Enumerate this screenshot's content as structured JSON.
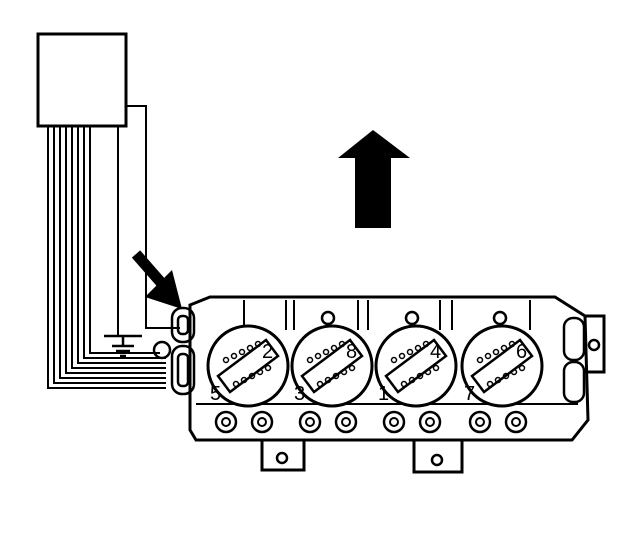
{
  "diagram": {
    "colors": {
      "ink": "#000000",
      "paper": "#ffffff"
    },
    "coil_pack": {
      "coils": [
        {
          "top_label": "2",
          "bottom_label": "5"
        },
        {
          "top_label": "8",
          "bottom_label": "3"
        },
        {
          "top_label": "4",
          "bottom_label": "1"
        },
        {
          "top_label": "6",
          "bottom_label": "7"
        }
      ]
    },
    "icons": [
      "ground-symbol-icon",
      "arrow-up-icon",
      "arrow-pointer-icon",
      "connector-icon"
    ]
  }
}
